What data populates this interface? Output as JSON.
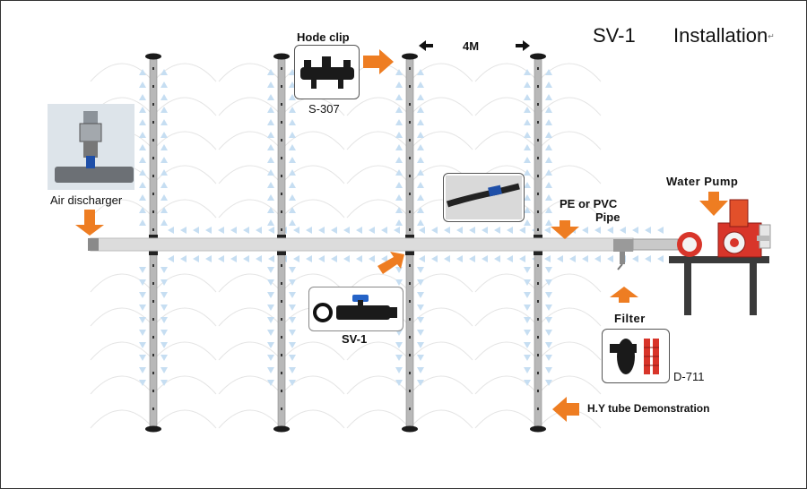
{
  "header": {
    "model": "SV-1",
    "title": "Installation"
  },
  "labels": {
    "hode_clip": "Hode clip",
    "s307": "S-307",
    "spacing": "4M",
    "air_discharger": "Air discharger",
    "water_pump": "Water Pump",
    "pe_pvc_line1": "PE or PVC",
    "pe_pvc_line2": "Pipe",
    "sv1_part": "SV-1",
    "filter": "Filter",
    "d711": "D-711",
    "hy_tube": "H.Y tube Demonstration"
  },
  "colors": {
    "arrow_orange": "#ee7d22",
    "pipe_gray": "#dcdcdc",
    "flow_arrow": "#c6def2",
    "pump_red": "#d8352a"
  },
  "icons": {
    "spacing_left": "arrow-left-icon",
    "spacing_right": "arrow-right-icon"
  }
}
